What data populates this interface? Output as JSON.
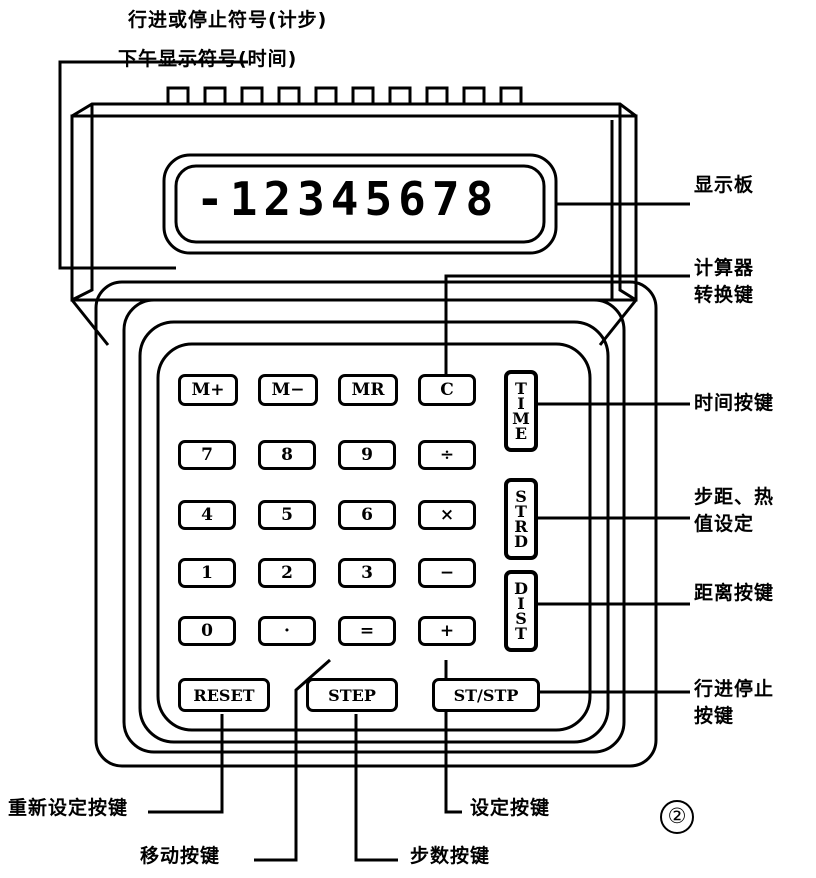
{
  "figure": {
    "number": "②",
    "device": "calculator-pedometer"
  },
  "display": {
    "value": "-12345678",
    "segment_count": 10
  },
  "keys": {
    "row1": [
      {
        "label": "M+",
        "name": "memory-plus-key"
      },
      {
        "label": "M−",
        "name": "memory-minus-key"
      },
      {
        "label": "MR",
        "name": "memory-recall-key"
      },
      {
        "label": "C",
        "name": "clear-key"
      }
    ],
    "row2": [
      {
        "label": "7",
        "name": "digit-7-key"
      },
      {
        "label": "8",
        "name": "digit-8-key"
      },
      {
        "label": "9",
        "name": "digit-9-key"
      },
      {
        "label": "÷",
        "name": "divide-key"
      }
    ],
    "row3": [
      {
        "label": "4",
        "name": "digit-4-key"
      },
      {
        "label": "5",
        "name": "digit-5-key"
      },
      {
        "label": "6",
        "name": "digit-6-key"
      },
      {
        "label": "×",
        "name": "multiply-key"
      }
    ],
    "row4": [
      {
        "label": "1",
        "name": "digit-1-key"
      },
      {
        "label": "2",
        "name": "digit-2-key"
      },
      {
        "label": "3",
        "name": "digit-3-key"
      },
      {
        "label": "−",
        "name": "minus-key"
      }
    ],
    "row5": [
      {
        "label": "0",
        "name": "digit-0-key"
      },
      {
        "label": "·",
        "name": "decimal-point-key"
      },
      {
        "label": "=",
        "name": "equals-key"
      },
      {
        "label": "+",
        "name": "plus-key"
      }
    ],
    "bottom": [
      {
        "label": "RESET",
        "name": "reset-key"
      },
      {
        "label": "STEP",
        "name": "step-key"
      },
      {
        "label": "ST/STP",
        "name": "start-stop-key"
      }
    ],
    "side": [
      {
        "label": "TIME",
        "letters": [
          "T",
          "I",
          "M",
          "E"
        ],
        "name": "time-key"
      },
      {
        "label": "STRD",
        "letters": [
          "S",
          "T",
          "R",
          "D"
        ],
        "name": "stride-key"
      },
      {
        "label": "DIST",
        "letters": [
          "D",
          "I",
          "S",
          "T"
        ],
        "name": "distance-key"
      }
    ]
  },
  "annotations": {
    "top1": "行进或停止符号(计步)",
    "top2": "下午显示符号(时间)",
    "right_display": "显示板",
    "right_converter_l1": "计算器",
    "right_converter_l2": "转换键",
    "right_time": "时间按键",
    "right_stride_l1": "步距、热",
    "right_stride_l2": "值设定",
    "right_distance": "距离按键",
    "right_startstop_l1": "行进停止",
    "right_startstop_l2": "按键",
    "bottom_reset": "重新设定按键",
    "bottom_move": "移动按键",
    "bottom_steps": "步数按键",
    "bottom_set": "设定按键"
  }
}
